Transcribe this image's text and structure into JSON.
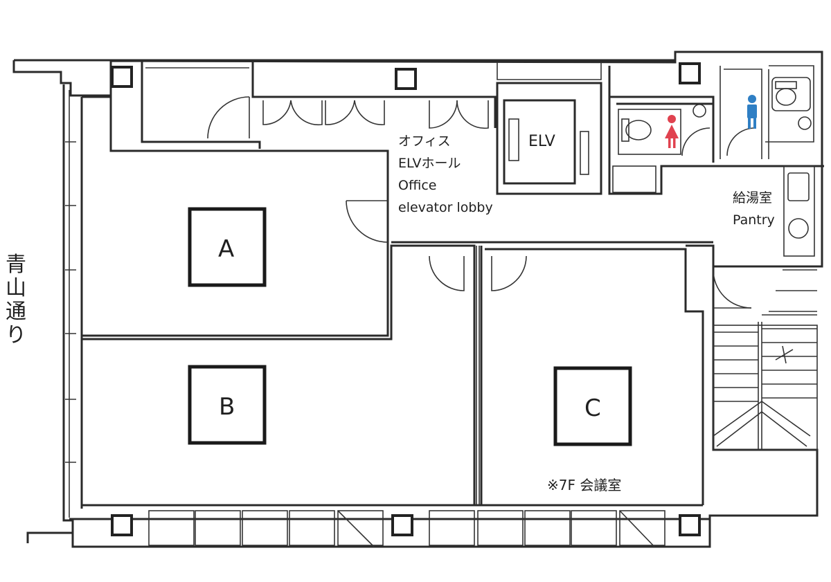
{
  "road": {
    "label": "青山通り"
  },
  "rooms": [
    {
      "id": "A",
      "label": "A"
    },
    {
      "id": "B",
      "label": "B"
    },
    {
      "id": "C",
      "label": "C"
    }
  ],
  "elevator": {
    "label": "ELV"
  },
  "lobby": {
    "line1": "オフィス",
    "line2": "ELVホール",
    "line3": "Office",
    "line4": "elevator lobby"
  },
  "pantry": {
    "ja": "給湯室",
    "en": "Pantry"
  },
  "note": {
    "text": "※7F 会議室"
  },
  "colors": {
    "female_icon": "#e0424f",
    "male_icon": "#2f7fc4",
    "line": "#2a2a2a"
  },
  "icons": [
    "female-restroom-icon",
    "male-restroom-icon",
    "toilet-icon",
    "stairs-icon"
  ]
}
